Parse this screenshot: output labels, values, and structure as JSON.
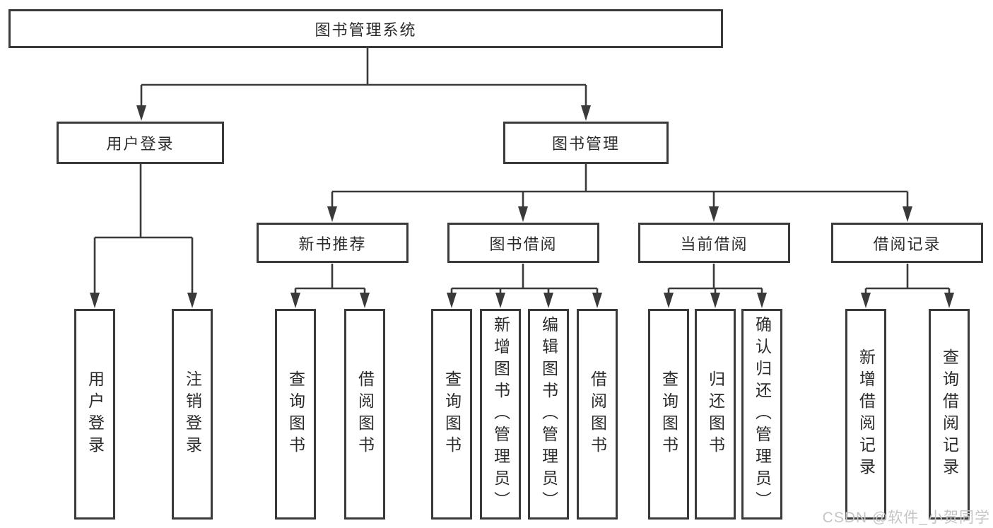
{
  "tree": {
    "root": {
      "label": "图书管理系统"
    },
    "branches": [
      {
        "label": "用户登录",
        "children": [
          {
            "label": "用户登录"
          },
          {
            "label": "注销登录"
          }
        ]
      },
      {
        "label": "图书管理",
        "children": [
          {
            "label": "新书推荐",
            "children": [
              {
                "label": "查询图书"
              },
              {
                "label": "借阅图书"
              }
            ]
          },
          {
            "label": "图书借阅",
            "children": [
              {
                "label": "查询图书"
              },
              {
                "label": "新增图书（管理员）"
              },
              {
                "label": "编辑图书（管理员）"
              },
              {
                "label": "借阅图书"
              }
            ]
          },
          {
            "label": "当前借阅",
            "children": [
              {
                "label": "查询图书"
              },
              {
                "label": "归还图书"
              },
              {
                "label": "确认归还（管理员）"
              }
            ]
          },
          {
            "label": "借阅记录",
            "children": [
              {
                "label": "新增借阅记录"
              },
              {
                "label": "查询借阅记录"
              }
            ]
          }
        ]
      }
    ]
  },
  "watermark": "CSDN @软件_小贺同学",
  "colors": {
    "line": "#3a3a3a",
    "text": "#2b2b2b",
    "watermark": "#c7c4c4",
    "background": "#ffffff"
  }
}
